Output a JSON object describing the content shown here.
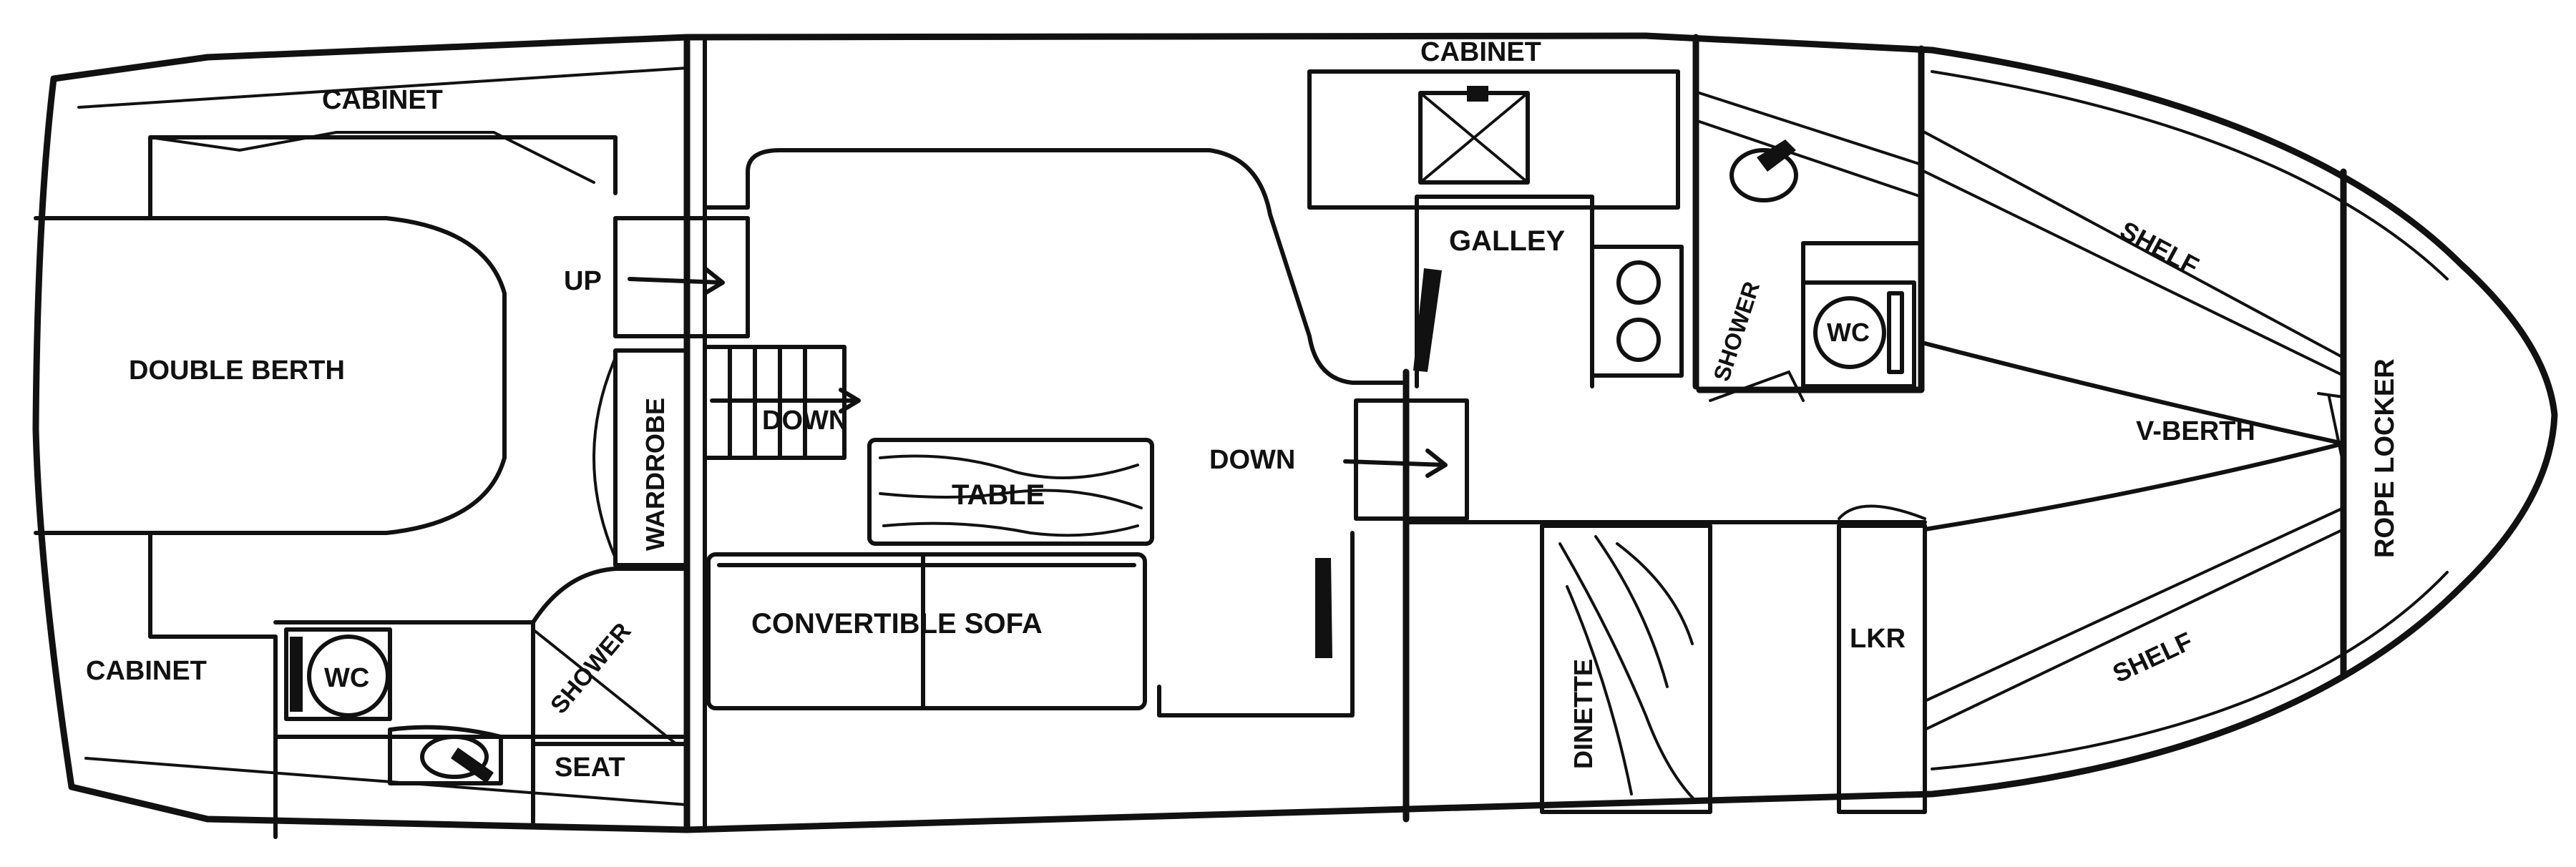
{
  "labels": {
    "cabinet_top_left": "CABINET",
    "cabinet_bottom_left": "CABINET",
    "cabinet_top_right": "CABINET",
    "double_berth": "DOUBLE BERTH",
    "up": "UP",
    "wardrobe": "WARDROBE",
    "down_stairs": "DOWN",
    "down_center": "DOWN",
    "table": "TABLE",
    "convertible_sofa": "CONVERTIBLE SOFA",
    "wc_aft": "WC",
    "wc_fwd": "WC",
    "shower_aft": "SHOWER",
    "shower_fwd": "SHOWER",
    "seat": "SEAT",
    "galley": "GALLEY",
    "dinette": "DINETTE",
    "lkr": "LKR",
    "v_berth": "V-BERTH",
    "shelf_top": "SHELF",
    "shelf_bottom": "SHELF",
    "rope_locker": "ROPE LOCKER"
  },
  "colors": {
    "ink": "#111111",
    "paper": "#ffffff"
  }
}
